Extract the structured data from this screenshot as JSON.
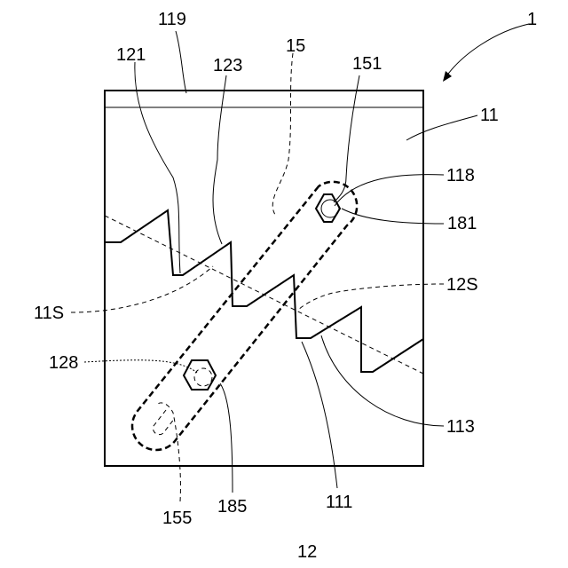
{
  "labels": {
    "assembly": "1",
    "upper_member": "11",
    "lower_member": "12",
    "slot_part": "15",
    "hinge_hole": "151",
    "slot_end": "155",
    "top_strip": "119",
    "tooth_a": "121",
    "tooth_b": "123",
    "fastener_upper": "118",
    "hole_upper": "181",
    "surface_upper": "11S",
    "surface_lower": "12S",
    "fastener_lower": "128",
    "hole_lower": "185",
    "edge_a": "111",
    "edge_b": "113"
  }
}
